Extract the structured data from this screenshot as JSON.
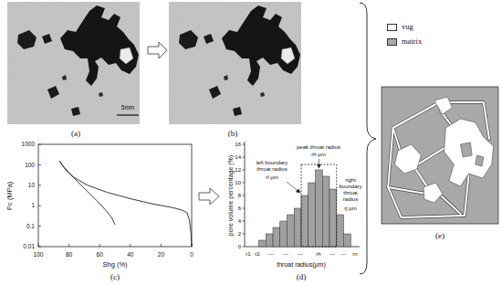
{
  "diagram": {
    "labels": [
      "(a)",
      "(b)",
      "(c)",
      "(d)",
      "(e)",
      "5mm",
      "Pc (MPa)",
      "Shg (%)",
      "1000",
      "100",
      "10",
      "1",
      "0.1",
      "0.01",
      "100",
      "80",
      "60",
      "40",
      "20",
      "0",
      "pore volume percentage (%)",
      "0",
      "2",
      "4",
      "6",
      "8",
      "10",
      "12",
      "14",
      "16",
      "throat radius(μm)",
      "r1",
      "r2",
      "---",
      "---",
      "---",
      "rh",
      "---",
      "---",
      "rn",
      "peak throat radius",
      "rh μm",
      "left boundary throat radius",
      "rl μm",
      "right boundary throat radius",
      "rj μm"
    ],
    "legend": [
      {
        "text": "vug",
        "color": "#ffffff"
      },
      {
        "text": "matrix",
        "color": "#a8a8a8"
      }
    ]
  }
}
